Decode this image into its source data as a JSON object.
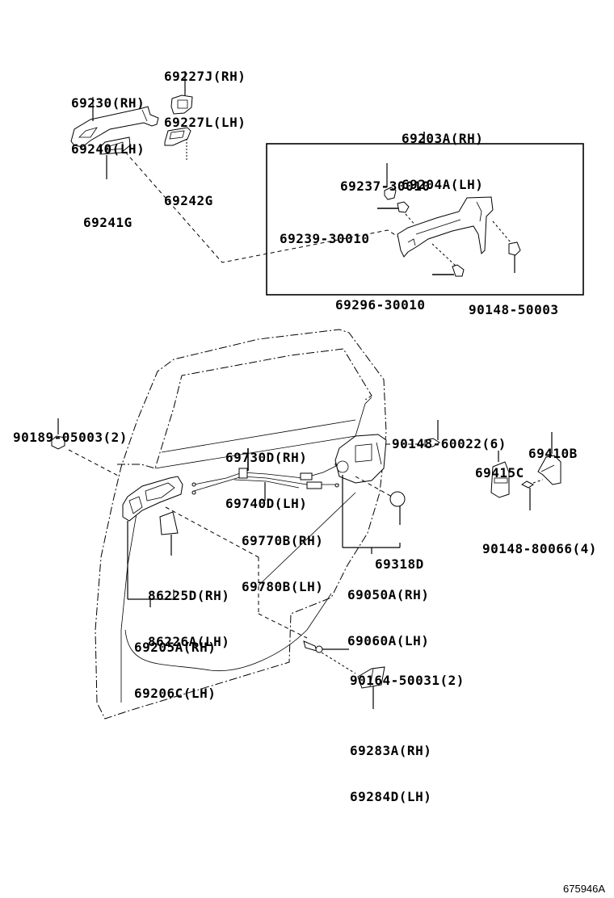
{
  "diagram": {
    "title": "Rear Door Lock & Handle Parts",
    "drawing_code": "675946A",
    "parts": [
      {
        "id": "outside-handle",
        "lines": [
          "69230(RH)",
          "69240(LH)"
        ]
      },
      {
        "id": "handle-cap",
        "lines": [
          "69227J(RH)",
          "69227L(LH)"
        ]
      },
      {
        "id": "pad-front",
        "lines": [
          "69241G"
        ]
      },
      {
        "id": "pad-rear",
        "lines": [
          "69242G"
        ]
      },
      {
        "id": "frame-assy",
        "lines": [
          "69203A(RH)",
          "69204A(LH)"
        ]
      },
      {
        "id": "frame-part-1",
        "lines": [
          "69237-30010"
        ]
      },
      {
        "id": "frame-part-2",
        "lines": [
          "69239-30010"
        ]
      },
      {
        "id": "frame-part-3",
        "lines": [
          "69296-30010"
        ]
      },
      {
        "id": "frame-screw",
        "lines": [
          "90148-50003"
        ]
      },
      {
        "id": "nut-clip",
        "lines": [
          "90189-05003(2)"
        ]
      },
      {
        "id": "lock-cable",
        "lines": [
          "69730D(RH)",
          "69740D(LH)"
        ]
      },
      {
        "id": "lock-screw",
        "lines": [
          "90148-60022(6)"
        ]
      },
      {
        "id": "striker",
        "lines": [
          "69410B"
        ]
      },
      {
        "id": "striker-cover",
        "lines": [
          "69415C"
        ]
      },
      {
        "id": "open-cable",
        "lines": [
          "69770B(RH)",
          "69780B(LH)"
        ]
      },
      {
        "id": "striker-screw",
        "lines": [
          "90148-80066(4)"
        ]
      },
      {
        "id": "lock-cap",
        "lines": [
          "69318D"
        ]
      },
      {
        "id": "door-lock",
        "lines": [
          "69050A(RH)",
          "69060A(LH)"
        ]
      },
      {
        "id": "bezel",
        "lines": [
          "86225D(RH)",
          "86226A(LH)"
        ]
      },
      {
        "id": "inside-handle",
        "lines": [
          "69205A(RH)",
          "69206C(LH)"
        ]
      },
      {
        "id": "cover-screw",
        "lines": [
          "90164-50031(2)"
        ]
      },
      {
        "id": "handle-cover",
        "lines": [
          "69283A(RH)",
          "69284D(LH)"
        ]
      }
    ]
  }
}
